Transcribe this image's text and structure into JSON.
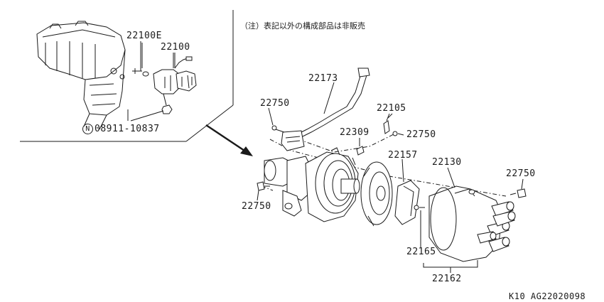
{
  "note_text": "（注）表記以外の構成部品は非販売",
  "figure_code": "K10  AG22020098",
  "callout_prefix": "N",
  "labels": {
    "inset_22100E": "22100E",
    "inset_22100": "22100",
    "inset_08911": "08911-10837",
    "p22173": "22173",
    "p22750_a": "22750",
    "p22105": "22105",
    "p22309": "22309",
    "p22750_b": "22750",
    "p22157": "22157",
    "p22130": "22130",
    "p22750_c": "22750",
    "p22750_d": "22750",
    "p22165": "22165",
    "p22162": "22162"
  }
}
